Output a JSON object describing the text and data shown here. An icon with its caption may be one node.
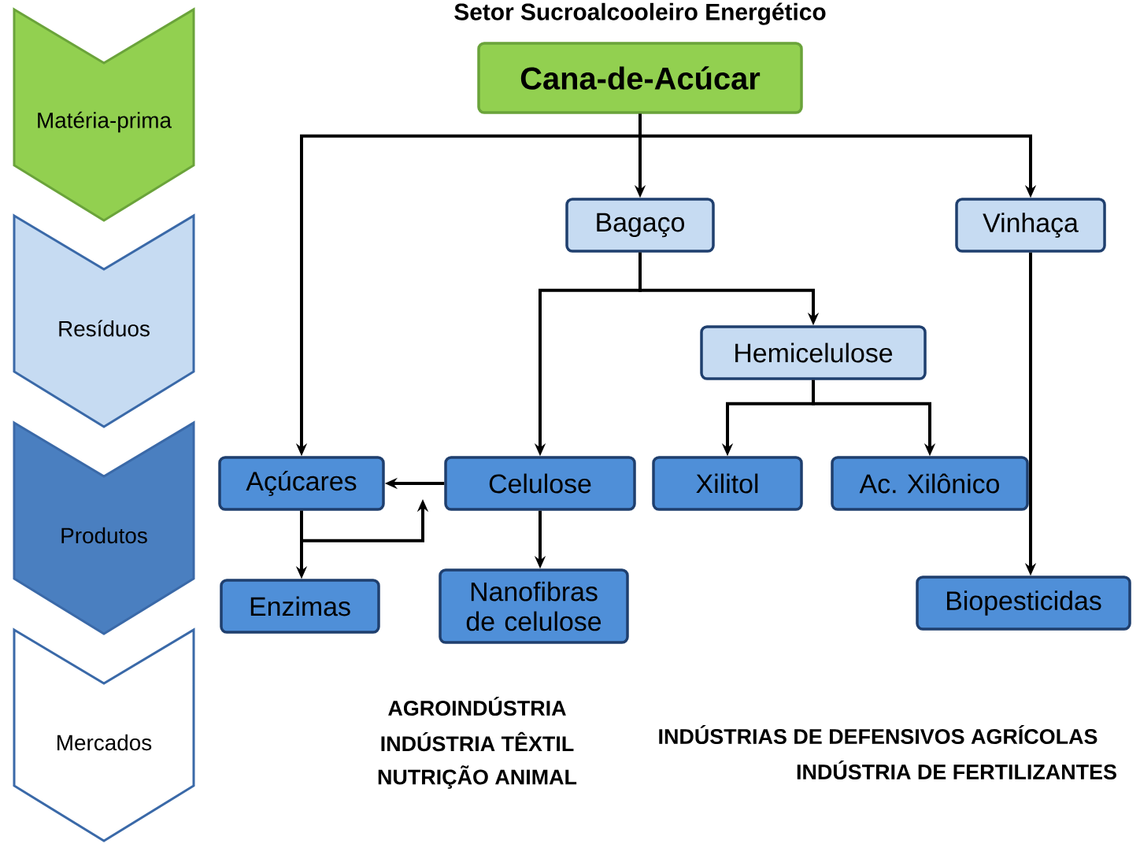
{
  "diagram": {
    "title": "Setor Sucroalcooleiro Energético",
    "nodes": [
      {
        "text": [
          "Matéria-prima"
        ]
      },
      {
        "text": [
          "Resíduos"
        ]
      },
      {
        "text": [
          "Produtos"
        ]
      },
      {
        "text": [
          "Mercados"
        ]
      },
      {
        "text": [
          "Cana-de-Acúcar"
        ]
      },
      {
        "text": [
          "Bagaço"
        ]
      },
      {
        "text": [
          "Vinhaça"
        ]
      },
      {
        "text": [
          "Hemicelulose"
        ]
      },
      {
        "text": [
          "Açúcares"
        ]
      },
      {
        "text": [
          "Celulose"
        ]
      },
      {
        "text": [
          "Xilitol"
        ]
      },
      {
        "text": [
          "Ac. Xilônico"
        ]
      },
      {
        "text": [
          "Enzimas"
        ]
      },
      {
        "text": [
          "Nanofibras de celulose"
        ]
      },
      {
        "text": [
          "Biopesticidas"
        ]
      }
    ],
    "edges": [
      {
        "from": 4,
        "to": 8,
        "arrow": "to"
      },
      {
        "from": 4,
        "to": 5,
        "arrow": "to"
      },
      {
        "from": 4,
        "to": 6,
        "arrow": "to"
      },
      {
        "from": 5,
        "to": 9,
        "arrow": "to"
      },
      {
        "from": 5,
        "to": 7,
        "arrow": "to"
      },
      {
        "from": 7,
        "to": 10,
        "arrow": "to"
      },
      {
        "from": 7,
        "to": 11,
        "arrow": "to"
      },
      {
        "from": 9,
        "to": 8,
        "arrow": "to"
      },
      {
        "from": 9,
        "to": 13,
        "arrow": "to"
      },
      {
        "from": 6,
        "to": 14,
        "arrow": "to"
      },
      {
        "from": 8,
        "to": 12,
        "arrow": "to"
      },
      {
        "from": 8,
        "to": null,
        "arrow": "to"
      }
    ],
    "labels": [
      "AGROINDÚSTRIA",
      "INDÚSTRIA TÊXTIL",
      "NUTRIÇÃO ANIMAL",
      "INDÚSTRIAS DE DEFENSIVOS AGRÍCOLAS",
      "INDÚSTRIA DE FERTILIZANTES"
    ]
  }
}
